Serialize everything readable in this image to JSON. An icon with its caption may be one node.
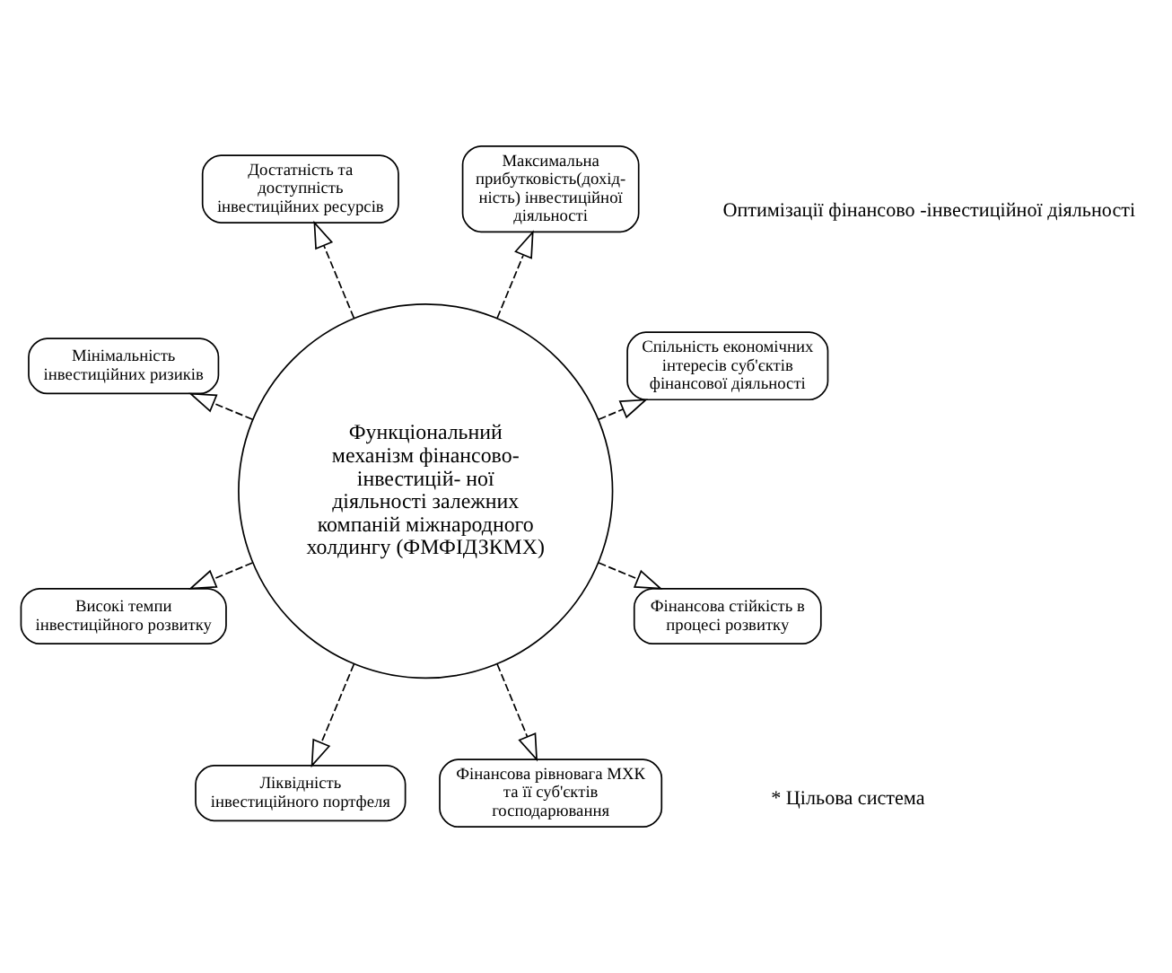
{
  "diagram": {
    "nodes": [
      {
        "text": [
          "Спільність економічних інтересів суб'єктів фінансової діяльності"
        ]
      },
      {
        "text": [
          "Максимальна прибутковість(дохід- ність) інвестиційної діяльності"
        ]
      },
      {
        "text": [
          "Достатність та доступність інвестиційних ресурсів"
        ]
      },
      {
        "text": [
          "Функціональний механізм фінансово-інвестицій- ної діяльності залежних компаній міжнародного холдингу (ФМФІДЗКМХ)"
        ]
      },
      {
        "text": [
          "Мінімальність інвестиційних ризиків"
        ]
      },
      {
        "text": [
          "Високі темпи інвестиційного розвитку"
        ]
      },
      {
        "text": [
          "Ліквідність інвестиційного портфеля"
        ]
      },
      {
        "text": [
          "Фінансова рівновага МХК та її суб'єктів господарювання"
        ]
      },
      {
        "text": [
          "Фінансова стійкість в процесі розвитку"
        ]
      }
    ],
    "edges": [
      {
        "from": 3,
        "to": 0,
        "arrow": "to",
        "style": "dashed"
      },
      {
        "from": 3,
        "to": 2,
        "arrow": "to",
        "style": "dashed"
      },
      {
        "from": 3,
        "to": 5,
        "arrow": "to",
        "style": "dashed"
      },
      {
        "from": 3,
        "to": 7,
        "arrow": "to",
        "style": "dashed"
      },
      {
        "from": 3,
        "to": 8,
        "arrow": "to",
        "style": "dashed"
      },
      {
        "from": 3,
        "to": 6,
        "arrow": "to",
        "style": "dashed"
      },
      {
        "from": 3,
        "to": 4,
        "arrow": "to",
        "style": "dashed"
      },
      {
        "from": 3,
        "to": 1,
        "arrow": "to",
        "style": "dashed"
      }
    ],
    "labels": [
      "* Цільова система",
      "Оптимізації фінансово -інвестиційної діяльності"
    ]
  }
}
